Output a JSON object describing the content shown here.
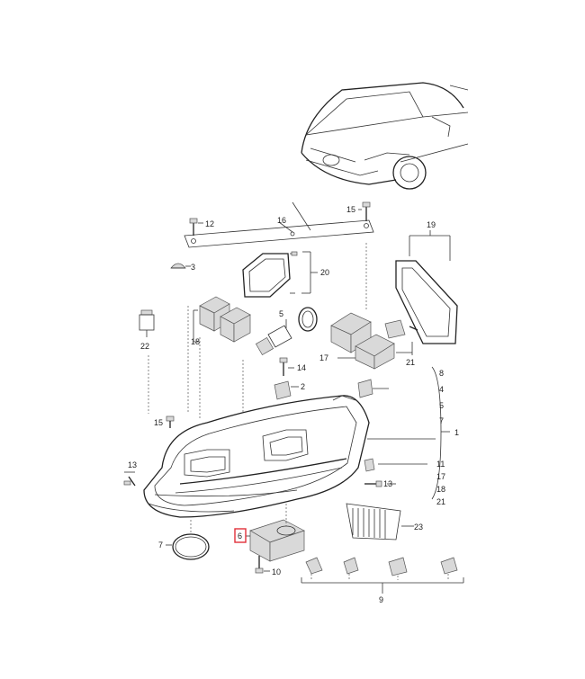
{
  "diagram": {
    "callouts": {
      "c1": "1",
      "c2": "2",
      "c3": "3",
      "c4": "4",
      "c5": "5",
      "c5b": "5",
      "c6": "6",
      "c7": "7",
      "c7b": "7",
      "c8": "8",
      "c9": "9",
      "c10": "10",
      "c11": "11",
      "c12": "12",
      "c13": "13",
      "c13b": "13",
      "c14": "14",
      "c15": "15",
      "c15b": "15",
      "c16": "16",
      "c17": "17",
      "c17b": "17",
      "c18": "18",
      "c18b": "18",
      "c19": "19",
      "c20": "20",
      "c21": "21",
      "c21b": "21",
      "c22": "22",
      "c23": "23"
    },
    "bracket_right_items": [
      "8",
      "4",
      "5",
      "7"
    ],
    "bracket_right_items_2": [
      "11",
      "17",
      "18",
      "21"
    ],
    "highlight_color": "#e0303a"
  }
}
